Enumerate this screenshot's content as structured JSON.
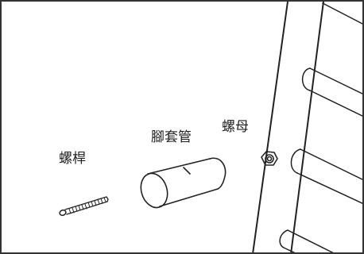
{
  "labels": {
    "bolt": "螺桿",
    "sleeve": "腳套管",
    "nut": "螺母"
  },
  "colors": {
    "stroke": "#222222",
    "border": "#333333",
    "background": "#ffffff"
  }
}
